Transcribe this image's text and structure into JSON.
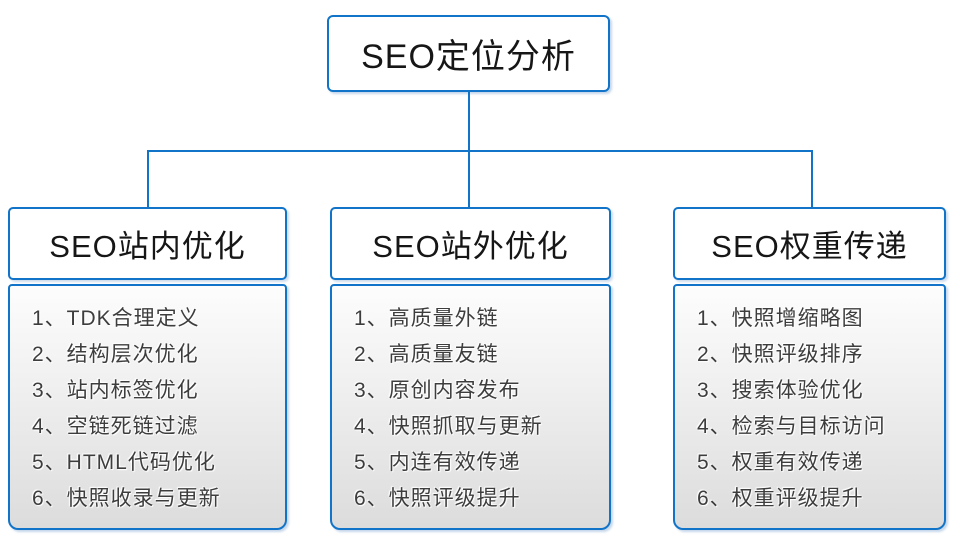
{
  "root": {
    "title": "SEO定位分析"
  },
  "branches": [
    {
      "title": "SEO站内优化",
      "items": [
        "1、TDK合理定义",
        "2、结构层次优化",
        "3、站内标签优化",
        "4、空链死链过滤",
        "5、HTML代码优化",
        "6、快照收录与更新"
      ]
    },
    {
      "title": "SEO站外优化",
      "items": [
        "1、高质量外链",
        "2、高质量友链",
        "3、原创内容发布",
        "4、快照抓取与更新",
        "5、内连有效传递",
        "6、快照评级提升"
      ]
    },
    {
      "title": "SEO权重传递",
      "items": [
        "1、快照增缩略图",
        "2、快照评级排序",
        "3、搜索体验优化",
        "4、检索与目标访问",
        "5、权重有效传递",
        "6、权重评级提升"
      ]
    }
  ],
  "colors": {
    "accent": "#1274c8",
    "root_text": "#161616",
    "item_text": "#3d3d3d",
    "list_gradient_top": "#fdfdfd",
    "list_gradient_bottom": "#dcdcdc"
  }
}
